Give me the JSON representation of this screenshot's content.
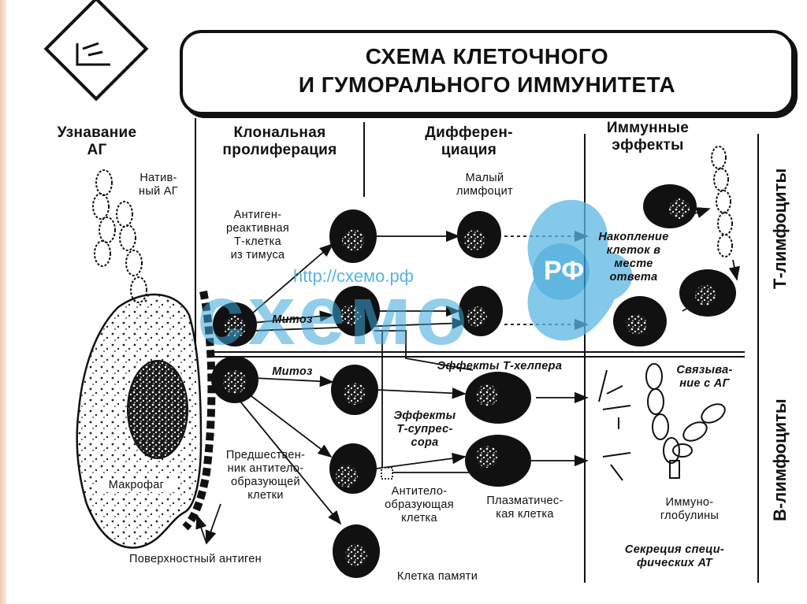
{
  "title": {
    "line1": "СХЕМА КЛЕТОЧНОГО",
    "line2": "И ГУМОРАЛЬНОГО ИММУНИТЕТА"
  },
  "stages": {
    "recognition": {
      "line1": "Узнавание",
      "line2": "АГ"
    },
    "proliferation": {
      "line1": "Клональная",
      "line2": "пролиферация"
    },
    "differentiation": {
      "line1": "Дифферен-",
      "line2": "циация"
    },
    "effects": {
      "line1": "Иммунные",
      "line2": "эффекты"
    }
  },
  "side_labels": {
    "t_lymphocytes": "Т-лимфоциты",
    "b_lymphocytes": "В-лимфоциты"
  },
  "labels": {
    "native_ag": {
      "line1": "Натив-",
      "line2": "ный АГ"
    },
    "antigen_reactive": {
      "line1": "Антиген-",
      "line2": "реактивная",
      "line3": "Т-клетка",
      "line4": "из тимуса"
    },
    "small_lymphocyte": {
      "line1": "Малый",
      "line2": "лимфоцит"
    },
    "accumulation": {
      "line1": "Накопление",
      "line2": "клеток в",
      "line3": "месте",
      "line4": "ответа"
    },
    "mitosis_t": "Митоз",
    "mitosis_b": "Митоз",
    "t_helper_effects": "Эффекты Т-хелпера",
    "binding": {
      "line1": "Связыва-",
      "line2": "ние с АГ"
    },
    "t_suppressor": {
      "line1": "Эффекты",
      "line2": "Т-супрес-",
      "line3": "сора"
    },
    "precursor": {
      "line1": "Предшествен-",
      "line2": "ник антитело-",
      "line3": "образующей",
      "line4": "клетки"
    },
    "macrophage": "Макрофаг",
    "antibody_forming": {
      "line1": "Антитело-",
      "line2": "образующая",
      "line3": "клетка"
    },
    "plasma_cell": {
      "line1": "Плазматичес-",
      "line2": "кая клетка"
    },
    "immunoglobulins": {
      "line1": "Иммуно-",
      "line2": "глобулины"
    },
    "surface_antigen": "Поверхностный антиген",
    "secretion": {
      "line1": "Секреция специ-",
      "line2": "фических АТ"
    },
    "memory_cell": "Клетка памяти"
  },
  "watermark": {
    "url": "http://схемо.рф",
    "brand": "схемо",
    "badge": "РФ"
  },
  "colors": {
    "ink": "#111111",
    "watermark": "#3aa7d9"
  }
}
